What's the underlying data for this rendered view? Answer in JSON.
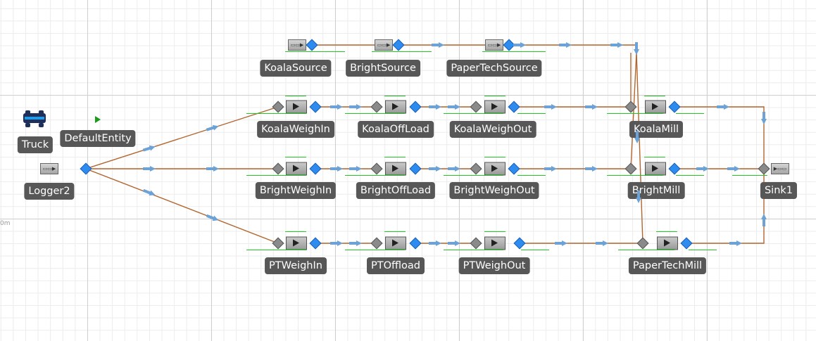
{
  "canvas": {
    "edge_marker": "0m",
    "colors": {
      "connector": "#b2652f",
      "node_out": "#2e8cf0",
      "node_in": "#8a8a8a",
      "label_bg": "#575757",
      "arrow": "#6da2d6",
      "queue_line": "#22c822"
    }
  },
  "objects": {
    "truck": "Truck",
    "default_entity": "DefaultEntity",
    "logger2": "Logger2",
    "koala_source": "KoalaSource",
    "bright_source": "BrightSource",
    "papertech_source": "PaperTechSource",
    "koala_weigh_in": "KoalaWeighIn",
    "koala_offload": "KoalaOffLoad",
    "koala_weigh_out": "KoalaWeighOut",
    "koala_mill": "KoalaMill",
    "bright_weigh_in": "BrightWeighIn",
    "bright_offload": "BrightOffLoad",
    "bright_weigh_out": "BrightWeighOut",
    "bright_mill": "BrightMill",
    "sink1": "Sink1",
    "pt_weigh_in": "PTWeighIn",
    "pt_offload": "PTOffload",
    "pt_weigh_out": "PTWeighOut",
    "papertech_mill": "PaperTechMill"
  }
}
